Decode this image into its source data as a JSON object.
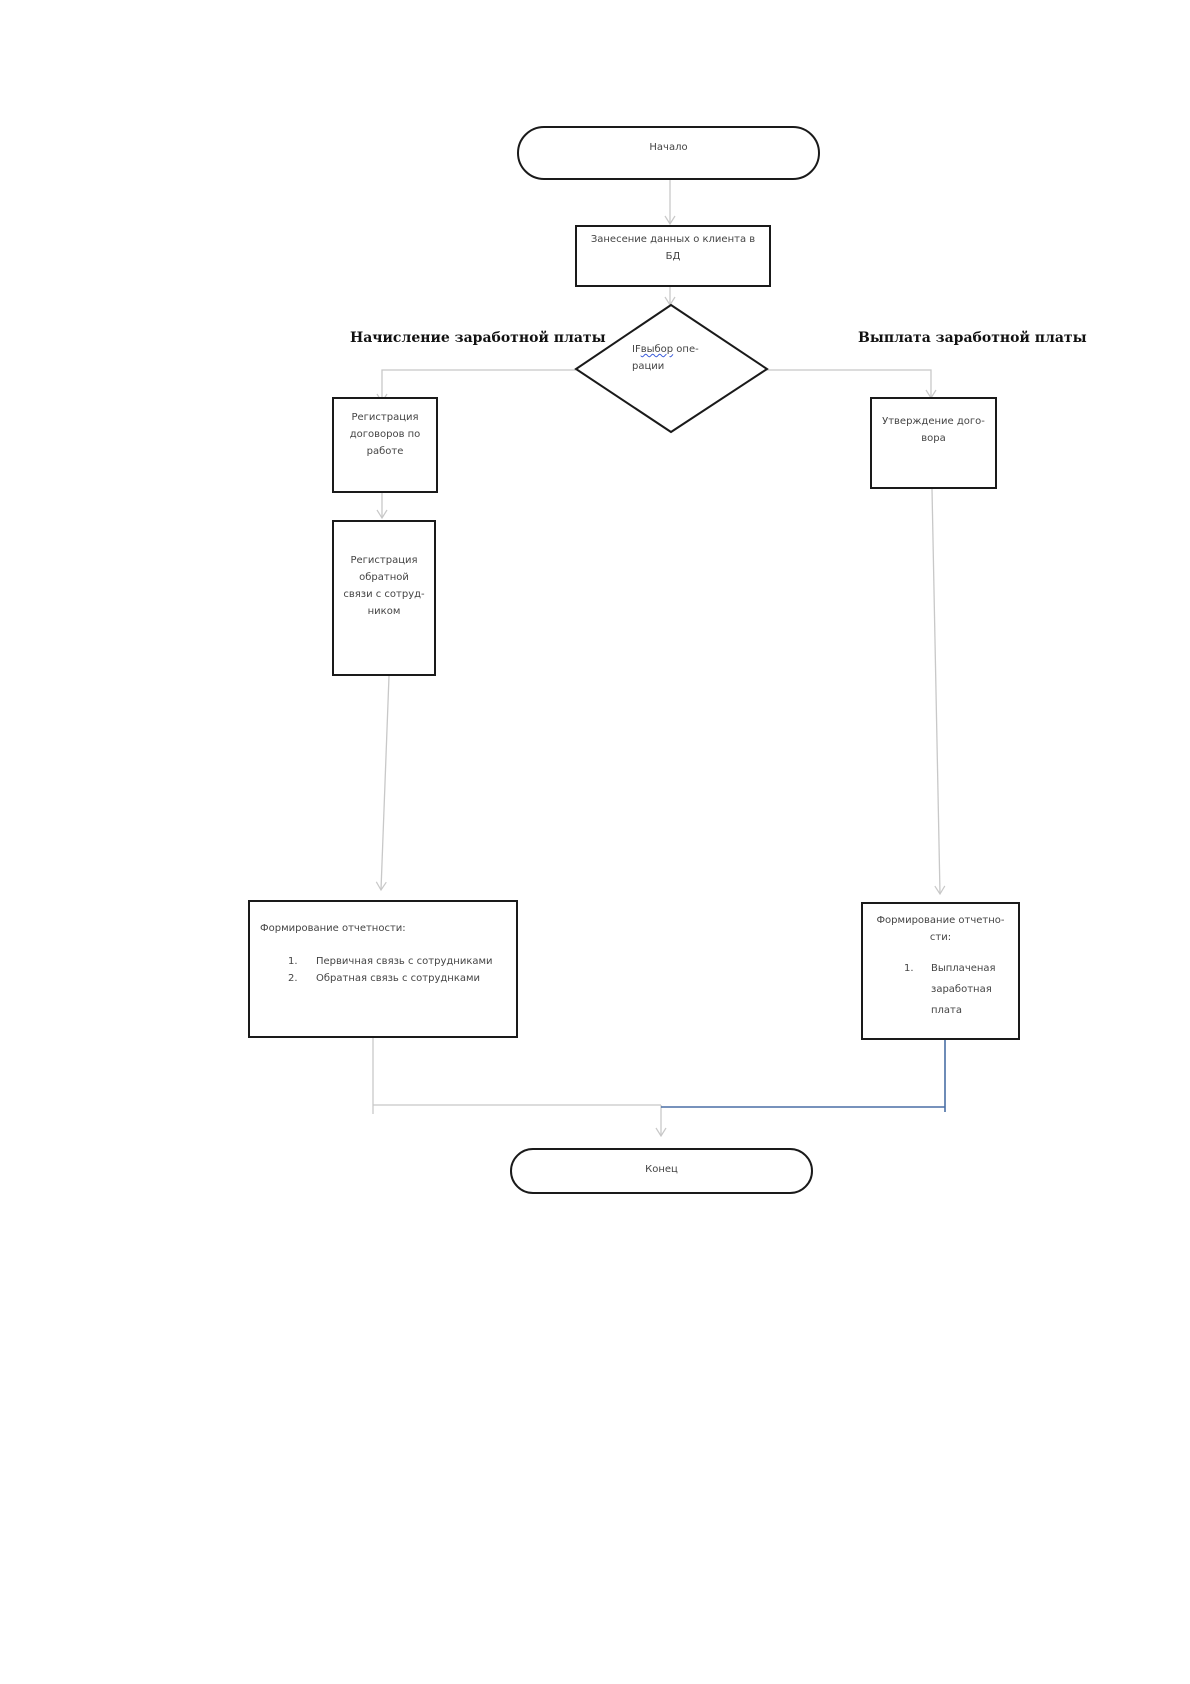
{
  "start_label": "Начало",
  "enter_data_label": "Занесение данных о клиента в БД",
  "decision": {
    "prefix": "IF",
    "squiggle": "выбор",
    "rest": " опе-",
    "line2": "рации"
  },
  "left_branch_title": "Начисление заработной платы",
  "right_branch_title": "Выплата заработной платы",
  "reg_contracts": [
    "Регистрация",
    "договоров по",
    "работе"
  ],
  "reg_feedback": [
    "Регистрация",
    "обратной",
    "связи с сотруд-",
    "ником"
  ],
  "approve_contract": [
    "Утверждение дого-",
    "вора"
  ],
  "report_left": {
    "title": "Формирование отчетности:",
    "items": [
      {
        "num": "1.",
        "text": "Первичная связь с сотрудниками"
      },
      {
        "num": "2.",
        "text": "Обратная связь с сотруднками"
      }
    ]
  },
  "report_right": {
    "title": [
      "Формирование отчетно-",
      "сти:"
    ],
    "item_num": "1.",
    "item_lines": [
      "Выплаченая",
      "заработная",
      "плата"
    ]
  },
  "end_label": "Конец",
  "colors": {
    "connector": "#c8c8c8",
    "blue_connector": "#4a6fa5",
    "outline": "#1a1a1a"
  }
}
